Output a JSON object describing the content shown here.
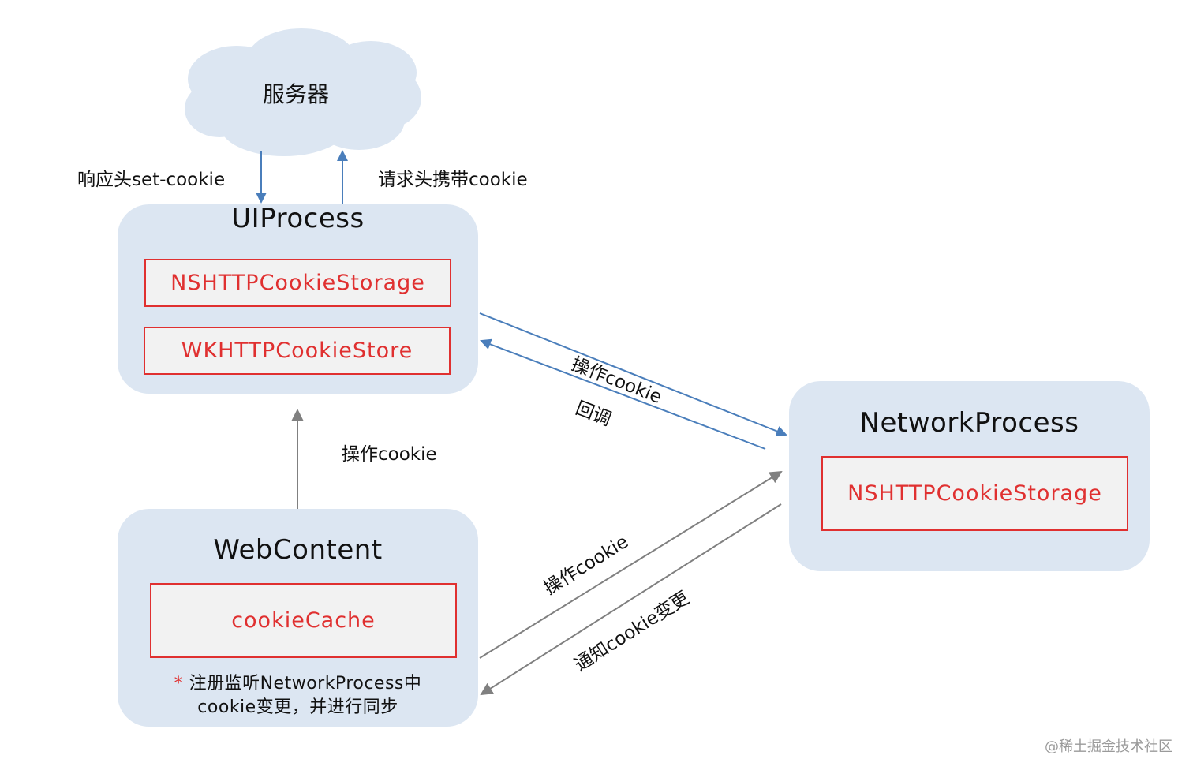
{
  "server": {
    "label": "服务器"
  },
  "server_links": {
    "response_label": "响应头set-cookie",
    "request_label": "请求头携带cookie"
  },
  "ui_process": {
    "title": "UIProcess",
    "stores": [
      "NSHTTPCookieStorage",
      "WKHTTPCookieStore"
    ]
  },
  "network_process": {
    "title": "NetworkProcess",
    "stores": [
      "NSHTTPCookieStorage"
    ]
  },
  "web_content": {
    "title": "WebContent",
    "stores": [
      "cookieCache"
    ],
    "note_star": "*",
    "note_line1": "注册监听NetworkProcess中",
    "note_line2": "cookie变更，并进行同步"
  },
  "edges": {
    "ui_to_network": "操作cookie",
    "network_to_ui": "回调",
    "webcontent_to_ui": "操作cookie",
    "webcontent_to_network": "操作cookie",
    "network_to_webcontent": "通知cookie变更"
  },
  "colors": {
    "process_fill": "#dce6f2",
    "store_border": "#e03030",
    "store_text": "#e03030",
    "blue_arrow": "#4a7ebb",
    "gray_arrow": "#808080",
    "cloud_fill": "#dce6f2"
  },
  "watermark": "@稀土掘金技术社区"
}
